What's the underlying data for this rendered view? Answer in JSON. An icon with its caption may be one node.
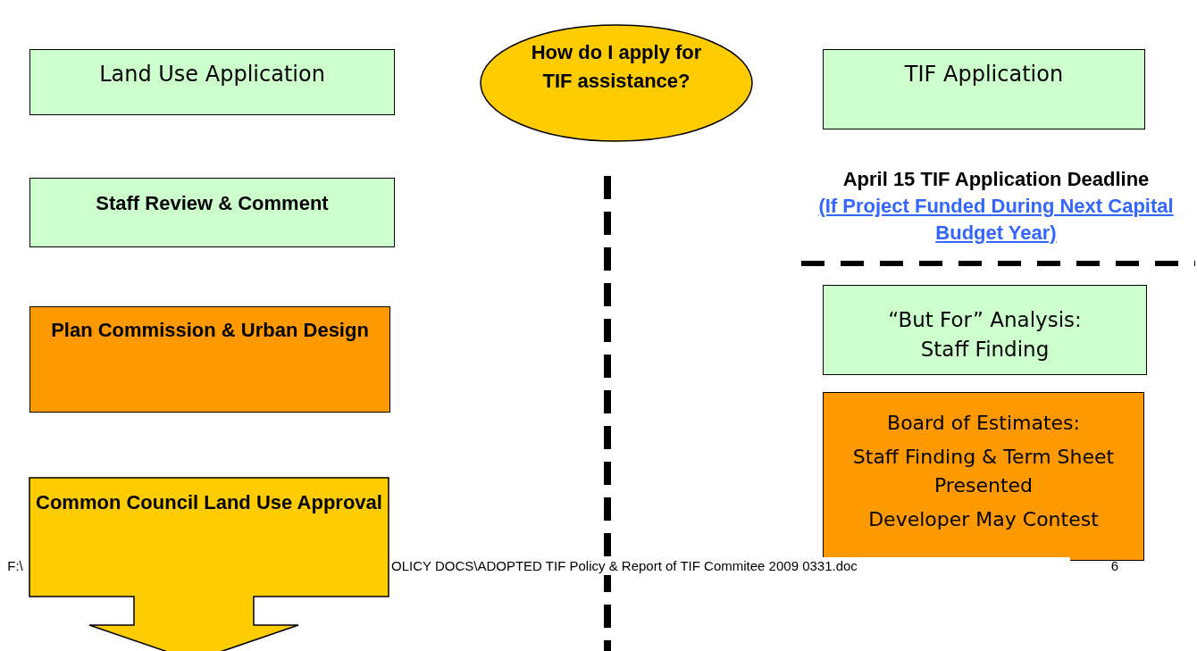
{
  "diagram": {
    "nodes": [
      {
        "text": [
          "Land Use Application"
        ]
      },
      {
        "text": [
          "How do I apply for TIF assistance?"
        ]
      },
      {
        "text": [
          "TIF Application"
        ]
      },
      {
        "text": [
          "Staff Review & Comment"
        ]
      },
      {
        "text": [
          "“But For” Analysis:",
          "Staff Finding"
        ]
      },
      {
        "text": [
          "Plan Commission & Urban Design"
        ]
      },
      {
        "text": [
          "Board of Estimates:",
          "Staff Finding & Term Sheet Presented",
          "Developer May Contest"
        ]
      },
      {
        "text": [
          "Common Council Land Use Approval"
        ]
      }
    ],
    "labels": [
      "April 15 TIF Application Deadline",
      "(If Project Funded During Next Capital Budget Year)",
      "F:\\",
      "OLICY DOCS\\ADOPTED TIF Policy & Report of TIF Commitee 2009 0331.doc",
      "6"
    ]
  }
}
